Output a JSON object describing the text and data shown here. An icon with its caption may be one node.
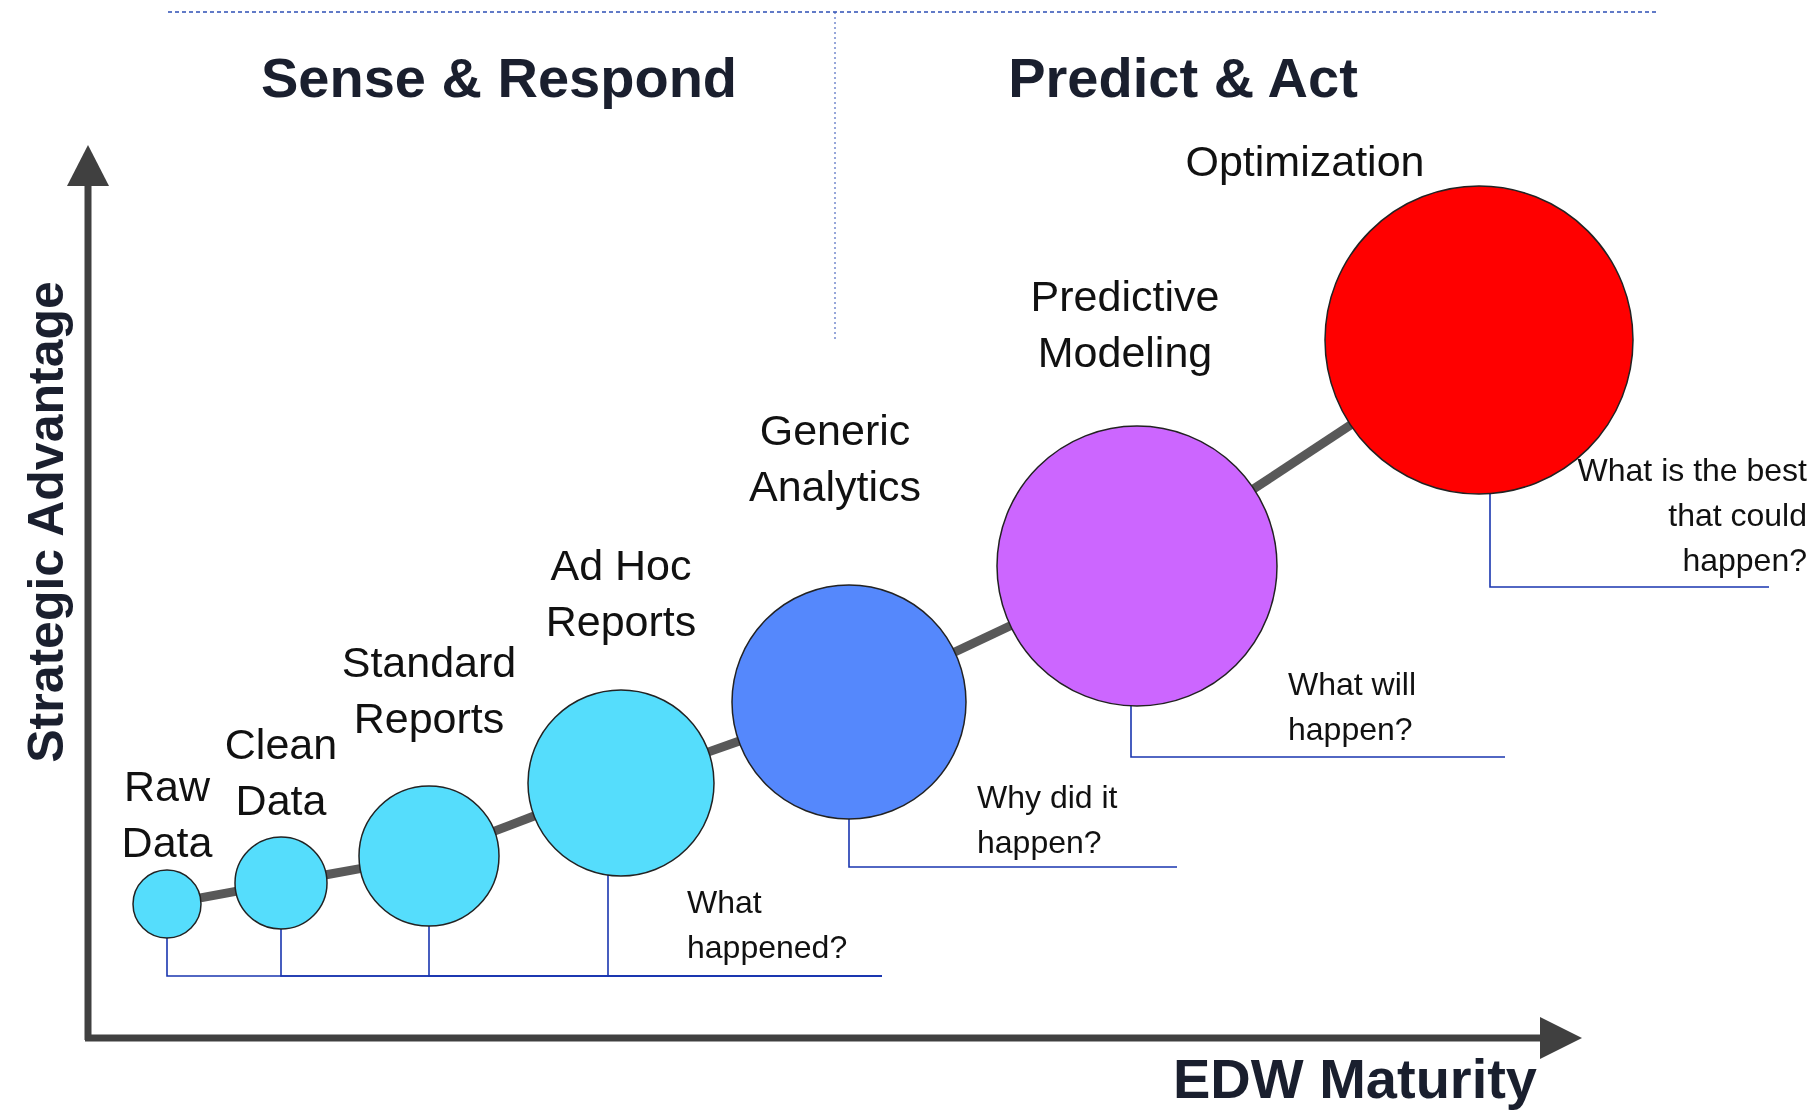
{
  "diagram": {
    "nodes": [
      {
        "text": [
          "Raw Data"
        ]
      },
      {
        "text": [
          "Clean Data"
        ]
      },
      {
        "text": [
          "Standard Reports"
        ]
      },
      {
        "text": [
          "Ad Hoc Reports"
        ]
      },
      {
        "text": [
          "Generic Analytics"
        ]
      },
      {
        "text": [
          "Predictive Modeling"
        ]
      },
      {
        "text": [
          "Optimization"
        ]
      },
      {
        "text": [
          "What happened?"
        ]
      },
      {
        "text": [
          "Why did it happen?"
        ]
      },
      {
        "text": [
          "What will happen?"
        ]
      },
      {
        "text": [
          "What is the best that could happen?"
        ]
      }
    ],
    "edges": [
      {
        "from": 0,
        "to": 1,
        "arrow": "none",
        "style": "thick",
        "color": "#595959"
      },
      {
        "from": 1,
        "to": 2,
        "arrow": "none",
        "style": "thick",
        "color": "#595959"
      },
      {
        "from": 2,
        "to": 3,
        "arrow": "none",
        "style": "thick",
        "color": "#595959"
      },
      {
        "from": 3,
        "to": 4,
        "arrow": "none",
        "style": "thick",
        "color": "#595959"
      },
      {
        "from": 4,
        "to": 5,
        "arrow": "none",
        "style": "thick",
        "color": "#595959"
      },
      {
        "from": 5,
        "to": 6,
        "arrow": "none",
        "style": "thick",
        "color": "#595959"
      },
      {
        "from": 7,
        "to": 0,
        "arrow": "none"
      },
      {
        "from": 7,
        "to": 1,
        "arrow": "none"
      },
      {
        "from": 7,
        "to": 2,
        "arrow": "none"
      },
      {
        "from": 7,
        "to": 3,
        "arrow": "none"
      },
      {
        "from": 8,
        "to": 4,
        "arrow": "none"
      },
      {
        "from": 9,
        "to": 5,
        "arrow": "none"
      },
      {
        "from": 10,
        "to": 6,
        "arrow": "none"
      }
    ],
    "labels": [
      "Sense & Respond",
      "Predict & Act",
      "Strategic Advantage",
      "EDW Maturity"
    ]
  }
}
